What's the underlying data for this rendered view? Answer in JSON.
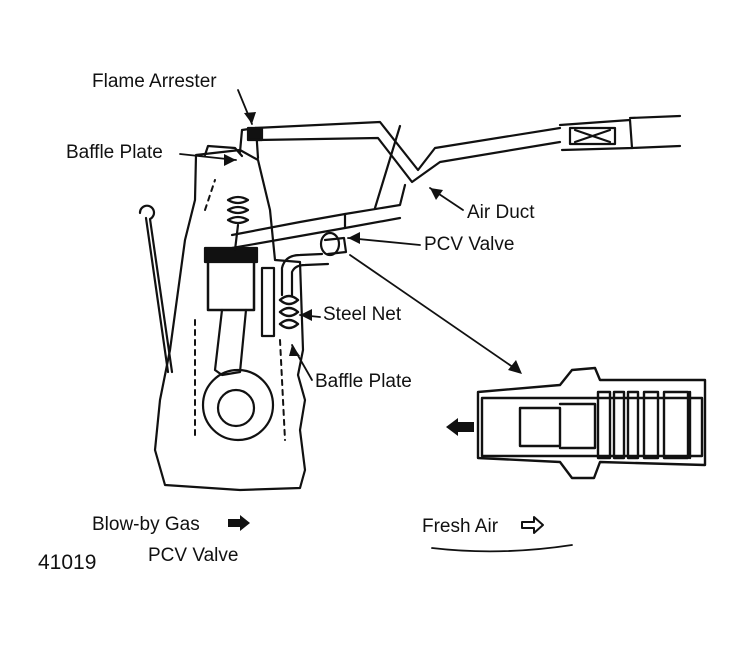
{
  "labels": {
    "flame_arrester": "Flame Arrester",
    "baffle_plate_top": "Baffle Plate",
    "air_duct": "Air Duct",
    "pcv_valve_callout": "PCV Valve",
    "steel_net": "Steel Net",
    "baffle_plate_lower": "Baffle Plate"
  },
  "legend": {
    "blow_by_gas": "Blow-by Gas",
    "fresh_air": "Fresh Air"
  },
  "caption": {
    "figure_number": "41019",
    "title": "PCV Valve"
  },
  "colors": {
    "ink": "#111111",
    "paper": "#ffffff"
  }
}
